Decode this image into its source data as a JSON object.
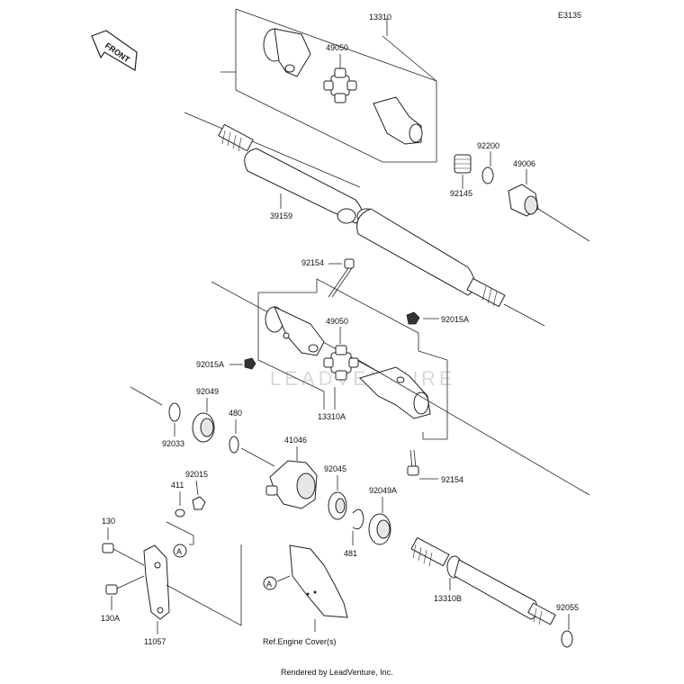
{
  "diagram_code": "E3135",
  "front_label": "FRONT",
  "watermark": "LEADVENTURE",
  "footer": "Rendered by LeadVenture, Inc.",
  "ref_note": "Ref.Engine Cover(s)",
  "callout_a": "A",
  "parts": {
    "p13310": "13310",
    "p49050_top": "49050",
    "p92200": "92200",
    "p49006": "49006",
    "p92145": "92145",
    "p39159": "39159",
    "p92154_top": "92154",
    "p92015A_right": "92015A",
    "p49050_mid": "49050",
    "p92015A_left": "92015A",
    "p92049": "92049",
    "p480": "480",
    "p13310A": "13310A",
    "p92033": "92033",
    "p41046": "41046",
    "p92045": "92045",
    "p92154_bot": "92154",
    "p92015": "92015",
    "p411": "411",
    "p92049A": "92049A",
    "p130": "130",
    "p481": "481",
    "p130A": "130A",
    "p13310B": "13310B",
    "p92055": "92055",
    "p11057": "11057"
  }
}
